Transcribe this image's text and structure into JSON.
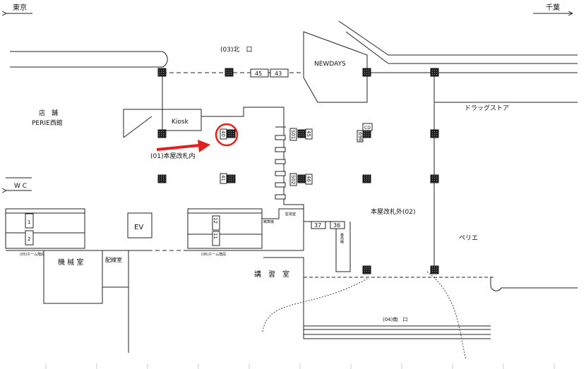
{
  "directions": {
    "left": "東京",
    "right": "千葉"
  },
  "labels": {
    "north_exit": "(03)北　口",
    "newdays": "NEWDAYS",
    "drugstore": "ドラッグストア",
    "shop_line1": "店　舗",
    "shop_line2": "PERIE西館",
    "kiosk": "Kiosk",
    "inside_gate": "(01)本屋改札内",
    "outside_gate": "本屋改札外(02)",
    "wc": "W C",
    "ev": "EV",
    "perie": "ペリエ",
    "machine_room": "機 械 室",
    "wiring_room": "配線室",
    "lecture_room": "講　習　室",
    "home_stairs_left": "(05)ホーム階段",
    "home_stairs_right": "(06)ホーム階段",
    "fare_machine": "精算機",
    "monitor_room": "監視室",
    "ticket_machine": "券売機",
    "south_exit": "(04)南　口"
  },
  "ad_numbers": {
    "n45a": "45",
    "n43": "43",
    "n40": "40",
    "n41": "41",
    "s01": "S01",
    "n45b": "45",
    "s02": "S02",
    "n46": "46",
    "n696": "696",
    "cd": "CD",
    "n37": "37",
    "n36": "36",
    "n1": "1",
    "n2": "2",
    "n12": "12",
    "n11": "11"
  },
  "highlight_color": "#e0201b"
}
